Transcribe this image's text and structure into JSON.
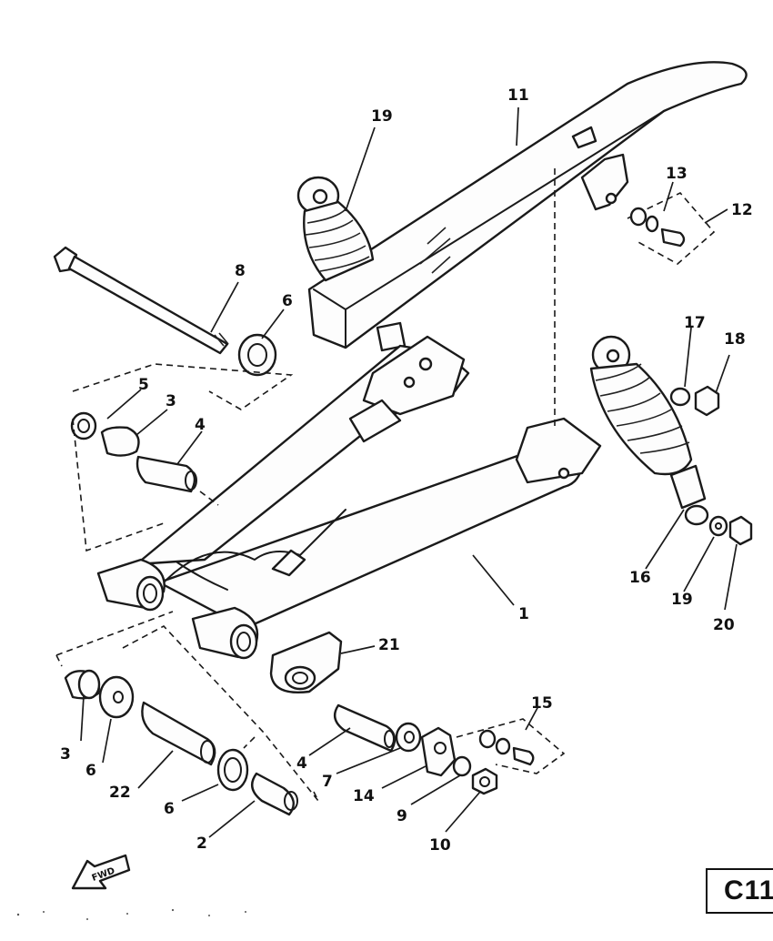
{
  "page_code": "C11",
  "fwd_label": "FWD",
  "callouts": {
    "c1": "1",
    "c2": "2",
    "c3a": "3",
    "c3b": "3",
    "c4a": "4",
    "c4b": "4",
    "c5": "5",
    "c6a": "6",
    "c6b": "6",
    "c6c": "6",
    "c7": "7",
    "c8": "8",
    "c9": "9",
    "c10": "10",
    "c11": "11",
    "c12": "12",
    "c13": "13",
    "c14": "14",
    "c15": "15",
    "c16": "16",
    "c17": "17",
    "c18": "18",
    "c19a": "19",
    "c19b": "19",
    "c20": "20",
    "c21": "21",
    "c22": "22"
  }
}
